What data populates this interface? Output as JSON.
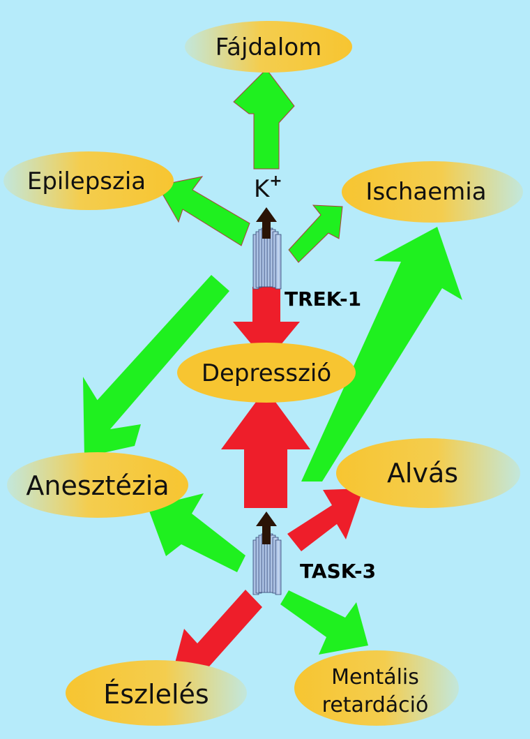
{
  "nodes": {
    "fajdalom": "Fájdalom",
    "epilepszia": "Epilepszia",
    "ischaemia": "Ischaemia",
    "depresszio": "Depresszió",
    "anesztezia": "Anesztézia",
    "alvas": "Alvás",
    "eszleles": "Észlelés",
    "mentalis_line1": "Mentális",
    "mentalis_line2": "retardáció"
  },
  "channels": {
    "trek1": "TREK-1",
    "task3": "TASK-3"
  },
  "ion": {
    "symbol": "K",
    "charge": "+"
  },
  "colors": {
    "background": "#b6ebfa",
    "activation_arrow": "#1ff01f",
    "inhibition_arrow": "#ee1e2a",
    "node_fill": "#f7c93a",
    "channel_fill": "#a9c2e6",
    "efflux_arrow": "#2a1406"
  }
}
